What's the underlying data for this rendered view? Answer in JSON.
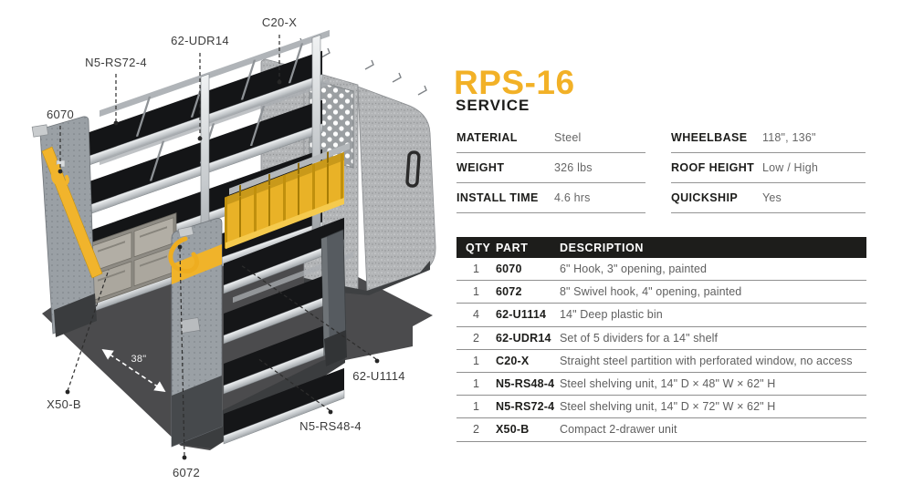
{
  "header": {
    "title": "RPS-16",
    "subtitle": "SERVICE"
  },
  "colors": {
    "accent_yellow": "#F2B127",
    "table_header_bg": "#1D1D1B",
    "floor_gray": "#4B4B4D",
    "bin_yellow": "#E9B227"
  },
  "specs": {
    "left": [
      {
        "label": "MATERIAL",
        "value": "Steel"
      },
      {
        "label": "WEIGHT",
        "value": "326 lbs"
      },
      {
        "label": "INSTALL TIME",
        "value": "4.6 hrs"
      }
    ],
    "right": [
      {
        "label": "WHEELBASE",
        "value": "118\", 136\""
      },
      {
        "label": "ROOF HEIGHT",
        "value": "Low / High"
      },
      {
        "label": "QUICKSHIP",
        "value": "Yes"
      }
    ]
  },
  "parts_table": {
    "headers": [
      "QTY",
      "PART",
      "DESCRIPTION"
    ],
    "rows": [
      {
        "qty": "1",
        "part": "6070",
        "description": "6\" Hook, 3\" opening, painted"
      },
      {
        "qty": "1",
        "part": "6072",
        "description": "8\" Swivel hook, 4\" opening, painted"
      },
      {
        "qty": "4",
        "part": "62-U1114",
        "description": "14\" Deep plastic bin"
      },
      {
        "qty": "2",
        "part": "62-UDR14",
        "description": "Set of 5 dividers for a 14\" shelf"
      },
      {
        "qty": "1",
        "part": "C20-X",
        "description": "Straight steel partition with perforated window, no access"
      },
      {
        "qty": "1",
        "part": "N5-RS48-4",
        "description": "Steel shelving unit, 14\" D × 48\" W × 62\" H"
      },
      {
        "qty": "1",
        "part": "N5-RS72-4",
        "description": "Steel shelving unit, 14\" D × 72\" W × 62\" H"
      },
      {
        "qty": "2",
        "part": "X50-B",
        "description": "Compact 2-drawer unit"
      }
    ]
  },
  "diagram": {
    "callouts": [
      {
        "id": "c20x",
        "label": "C20-X"
      },
      {
        "id": "62udr14",
        "label": "62-UDR14"
      },
      {
        "id": "n5rs72",
        "label": "N5-RS72-4"
      },
      {
        "id": "6070",
        "label": "6070"
      },
      {
        "id": "x50b",
        "label": "X50-B"
      },
      {
        "id": "6072",
        "label": "6072"
      },
      {
        "id": "n5rs48",
        "label": "N5-RS48-4"
      },
      {
        "id": "62u1114",
        "label": "62-U1114"
      }
    ],
    "dimension": {
      "label": "38\""
    }
  }
}
